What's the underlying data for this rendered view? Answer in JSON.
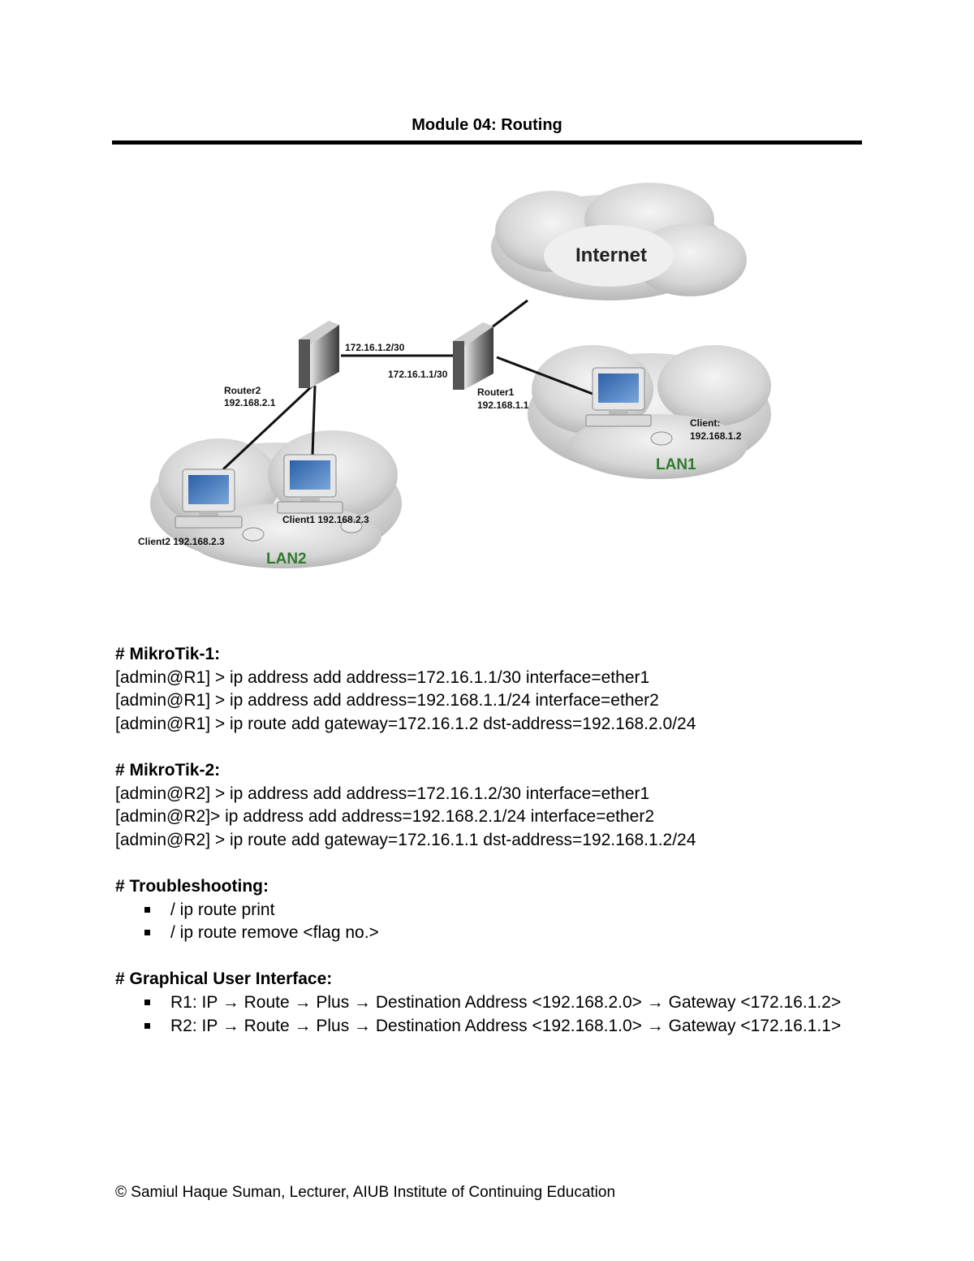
{
  "header": {
    "title": "Module 04: Routing"
  },
  "diagram": {
    "internet_label": "Internet",
    "router2_link_ip": "172.16.1.2/30",
    "router1_link_ip": "172.16.1.1/30",
    "router2_name": "Router2",
    "router2_ip": "192.168.2.1",
    "router1_name": "Router1",
    "router1_ip": "192.168.1.1",
    "client_lan1_name": "Client:",
    "client_lan1_ip": "192.168.1.2",
    "lan1_label": "LAN1",
    "client1_label": "Client1 192.168.2.3",
    "client2_label": "Client2 192.168.2.3",
    "lan2_label": "LAN2"
  },
  "sections": {
    "mikrotik1": {
      "title": "# MikroTik-1:",
      "lines": [
        "[admin@R1] > ip address add address=172.16.1.1/30 interface=ether1",
        "[admin@R1] > ip address add address=192.168.1.1/24 interface=ether2",
        "[admin@R1] > ip route add gateway=172.16.1.2 dst-address=192.168.2.0/24"
      ]
    },
    "mikrotik2": {
      "title": "# MikroTik-2:",
      "lines": [
        "[admin@R2] > ip address add address=172.16.1.2/30 interface=ether1",
        "[admin@R2]> ip address add address=192.168.2.1/24 interface=ether2",
        "[admin@R2] > ip route add gateway=172.16.1.1 dst-address=192.168.1.2/24"
      ]
    },
    "troubleshooting": {
      "title": "# Troubleshooting:",
      "items": [
        "/ ip route print",
        "/ ip route remove <flag no.>"
      ]
    },
    "gui": {
      "title": "# Graphical User Interface:",
      "items": [
        "R1: IP → Route → Plus → Destination Address <192.168.2.0> → Gateway <172.16.1.2>",
        "R2: IP → Route → Plus → Destination Address <192.168.1.0> → Gateway <172.16.1.1>"
      ]
    }
  },
  "footer": {
    "text": "© Samiul Haque Suman, Lecturer, AIUB Institute of Continuing Education"
  }
}
